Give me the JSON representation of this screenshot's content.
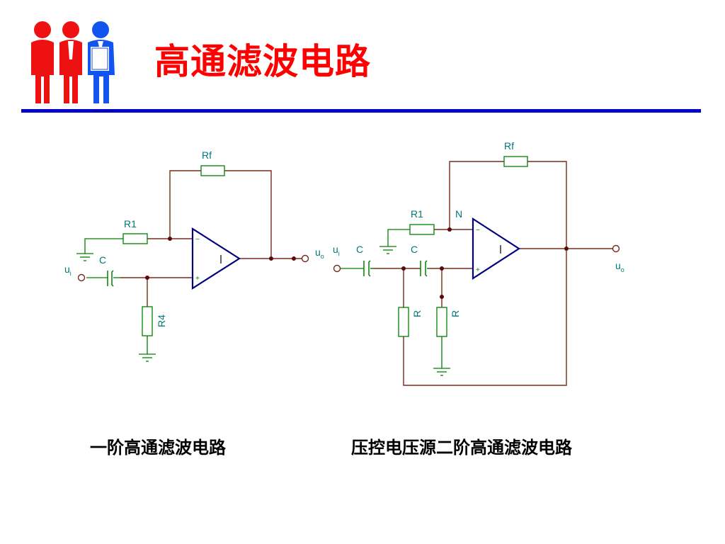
{
  "slide": {
    "title": "高通滤波电路",
    "caption_left": "一阶高通滤波电路",
    "caption_right": "压控电压源二阶高通滤波电路"
  },
  "circuit1": {
    "rf": "Rf",
    "r1": "R1",
    "c": "C",
    "r4": "R4",
    "ui_main": "u",
    "ui_sub": "i",
    "uo_main": "u",
    "uo_sub": "o"
  },
  "circuit2": {
    "rf": "Rf",
    "r1": "R1",
    "n": "N",
    "c1": "C",
    "c2": "C",
    "r_a": "R",
    "r_b": "R",
    "ui_main": "u",
    "ui_sub": "i",
    "uo_main": "u",
    "uo_sub": "o"
  },
  "colors": {
    "title": "#ff0000",
    "rule": "#0000cc",
    "wire": "#7a2a1a",
    "component": "#008000",
    "opamp": "#000080",
    "label": "#007878",
    "logo_red": "#ee1111",
    "logo_blue": "#1155ee"
  }
}
